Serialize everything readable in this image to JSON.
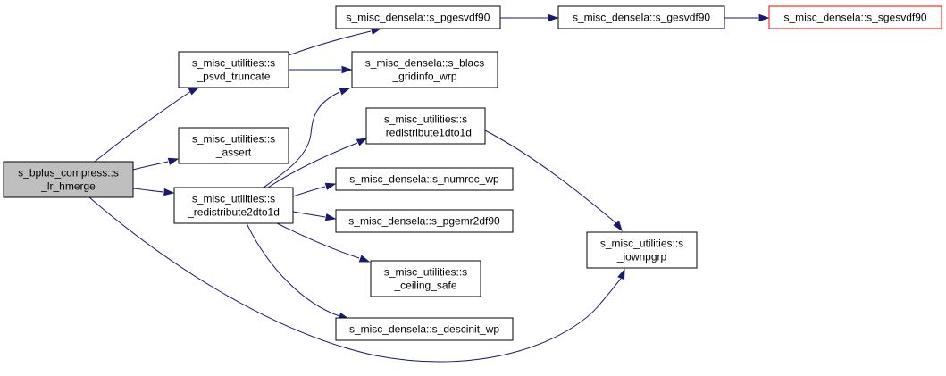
{
  "graph": {
    "nodes": [
      {
        "id": "lr_hmerge",
        "lines": [
          "s_bplus_compress::s",
          "_lr_hmerge"
        ],
        "style": "root"
      },
      {
        "id": "psvd_truncate",
        "lines": [
          "s_misc_utilities::s",
          "_psvd_truncate"
        ],
        "style": "normal"
      },
      {
        "id": "assert",
        "lines": [
          "s_misc_utilities::s",
          "_assert"
        ],
        "style": "normal"
      },
      {
        "id": "redistribute2dto1d",
        "lines": [
          "s_misc_utilities::s",
          "_redistribute2dto1d"
        ],
        "style": "normal"
      },
      {
        "id": "pgesvdf90",
        "lines": [
          "s_misc_densela::s_pgesvdf90"
        ],
        "style": "normal"
      },
      {
        "id": "blacs_gridinfo_wrp",
        "lines": [
          "s_misc_densela::s_blacs",
          "_gridinfo_wrp"
        ],
        "style": "normal"
      },
      {
        "id": "redistribute1dto1d",
        "lines": [
          "s_misc_utilities::s",
          "_redistribute1dto1d"
        ],
        "style": "normal"
      },
      {
        "id": "numroc_wp",
        "lines": [
          "s_misc_densela::s_numroc_wp"
        ],
        "style": "normal"
      },
      {
        "id": "pgemr2df90",
        "lines": [
          "s_misc_densela::s_pgemr2df90"
        ],
        "style": "normal"
      },
      {
        "id": "ceiling_safe",
        "lines": [
          "s_misc_utilities::s",
          "_ceiling_safe"
        ],
        "style": "normal"
      },
      {
        "id": "descinit_wp",
        "lines": [
          "s_misc_densela::s_descinit_wp"
        ],
        "style": "normal"
      },
      {
        "id": "gesvdf90",
        "lines": [
          "s_misc_densela::s_gesvdf90"
        ],
        "style": "normal"
      },
      {
        "id": "sgesvdf90",
        "lines": [
          "s_misc_densela::s_sgesvdf90"
        ],
        "style": "truncated"
      },
      {
        "id": "iownpgrp",
        "lines": [
          "s_misc_utilities::s",
          "_iownpgrp"
        ],
        "style": "normal"
      }
    ],
    "edges": [
      {
        "from": "lr_hmerge",
        "to": "psvd_truncate"
      },
      {
        "from": "lr_hmerge",
        "to": "assert"
      },
      {
        "from": "lr_hmerge",
        "to": "redistribute2dto1d"
      },
      {
        "from": "lr_hmerge",
        "to": "iownpgrp"
      },
      {
        "from": "psvd_truncate",
        "to": "pgesvdf90"
      },
      {
        "from": "psvd_truncate",
        "to": "blacs_gridinfo_wrp"
      },
      {
        "from": "pgesvdf90",
        "to": "gesvdf90"
      },
      {
        "from": "gesvdf90",
        "to": "sgesvdf90"
      },
      {
        "from": "redistribute2dto1d",
        "to": "blacs_gridinfo_wrp"
      },
      {
        "from": "redistribute2dto1d",
        "to": "redistribute1dto1d"
      },
      {
        "from": "redistribute2dto1d",
        "to": "numroc_wp"
      },
      {
        "from": "redistribute2dto1d",
        "to": "pgemr2df90"
      },
      {
        "from": "redistribute2dto1d",
        "to": "ceiling_safe"
      },
      {
        "from": "redistribute2dto1d",
        "to": "descinit_wp"
      },
      {
        "from": "redistribute1dto1d",
        "to": "iownpgrp"
      }
    ],
    "colors": {
      "edge": "#191970",
      "root_fill": "#bfbfbf",
      "truncated_border": "#ff0000",
      "node_border": "#000000"
    }
  }
}
